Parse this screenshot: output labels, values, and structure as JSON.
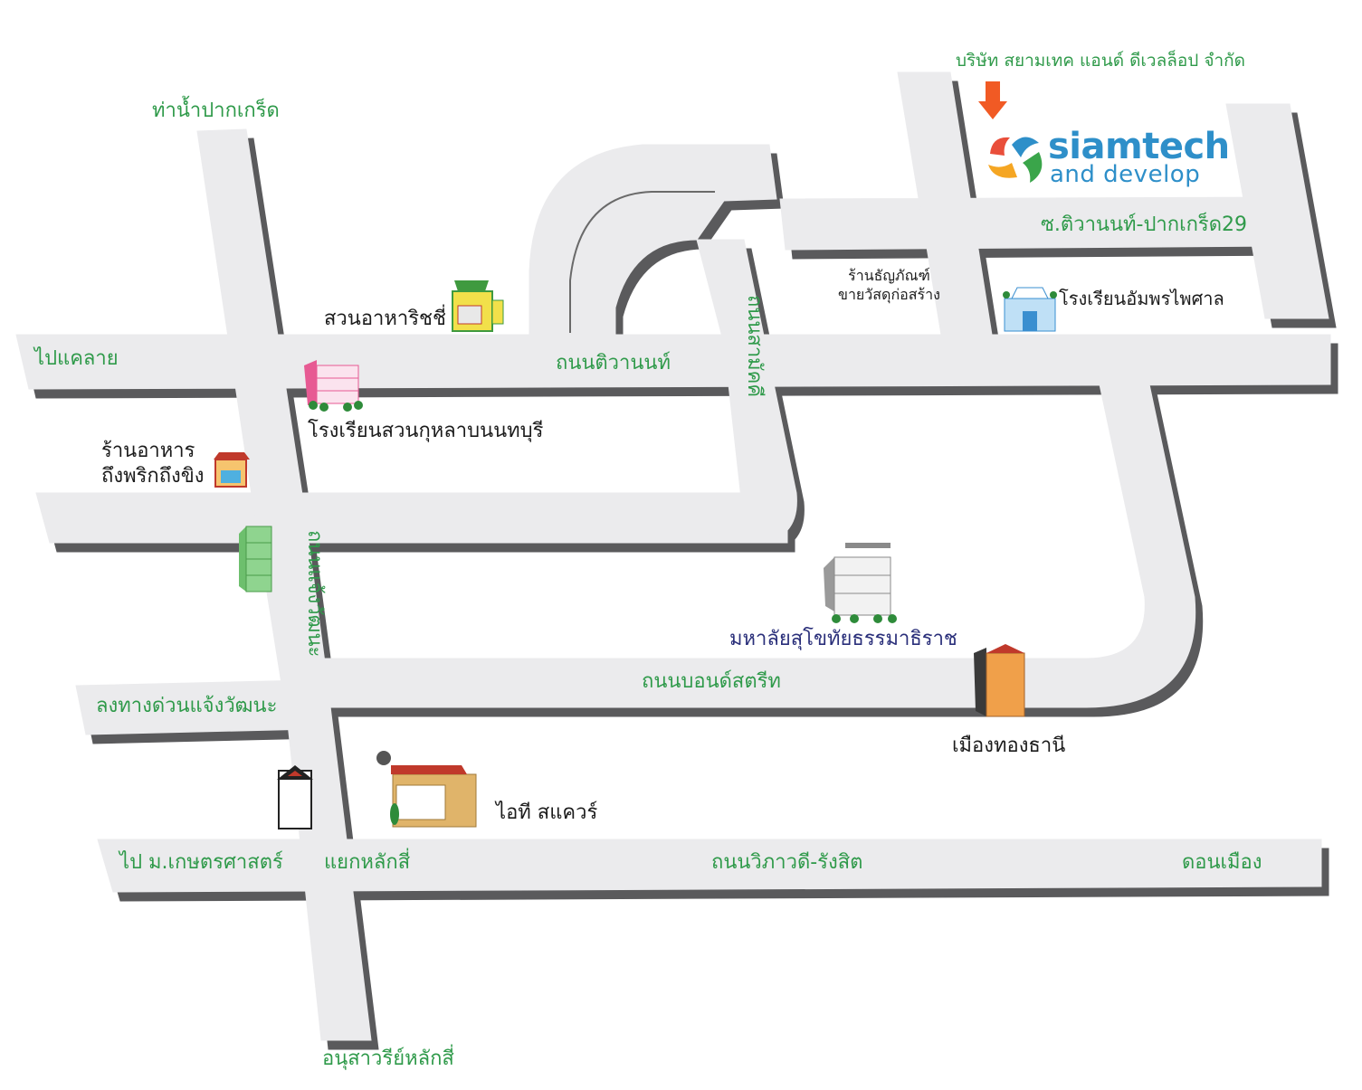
{
  "company": {
    "name": "บริษัท สยามเทค แอนด์ ดีเวลล็อป จำกัด",
    "logo_line1": "siamtech",
    "logo_line2": "and develop",
    "brand_color": "#2e8fc9",
    "arrow_color": "#f15a24"
  },
  "roads": {
    "tiwanon": "ถนนติวานนท์",
    "bond_street": "ถนนบอนด์สตรีท",
    "vibhavadi": "ถนนวิภาวดี-รังสิต",
    "soi_tiwanon_29": "ซ.ติวานนท์-ปากเกร็ด29",
    "samakkhi": "ถนนสามัคคี",
    "chaengwattana": "ถนนแจ้งวัฒนะ"
  },
  "directions": {
    "pak_kret_pier": "ท่าน้ำปากเกร็ด",
    "to_khae_lai": "ไปแคลาย",
    "expressway": "ลงทางด่วนแจ้งวัฒนะ",
    "to_kaset": "ไป ม.เกษตรศาสตร์",
    "lak_si_junction": "แยกหลักสี่",
    "don_mueang": "ดอนเมือง",
    "lak_si_monument": "อนุสาวรีย์หลักสี่"
  },
  "landmarks": {
    "richy_garden": "สวนอาหาริชชี่",
    "suankularb_school": "โรงเรียนสวนกุหลาบนนทบุรี",
    "restaurant_line1": "ร้านอาหาร",
    "restaurant_line2": "ถึงพริกถึงขิง",
    "hardware_store": "ร้านธัญภัณฑ์\nขายวัสดุก่อสร้าง",
    "amphon_school": "โรงเรียนอัมพรไพศาล",
    "stou": "มหาลัยสุโขทัยธรรมาธิราช",
    "muang_thong": "เมืองทองธานี",
    "it_square": "ไอที สแควร์"
  },
  "colors": {
    "road_fill": "#ebebed",
    "road_shadow": "#5a5a5c",
    "road_label": "#2f9a4a",
    "university_label": "#2a2f7a"
  }
}
